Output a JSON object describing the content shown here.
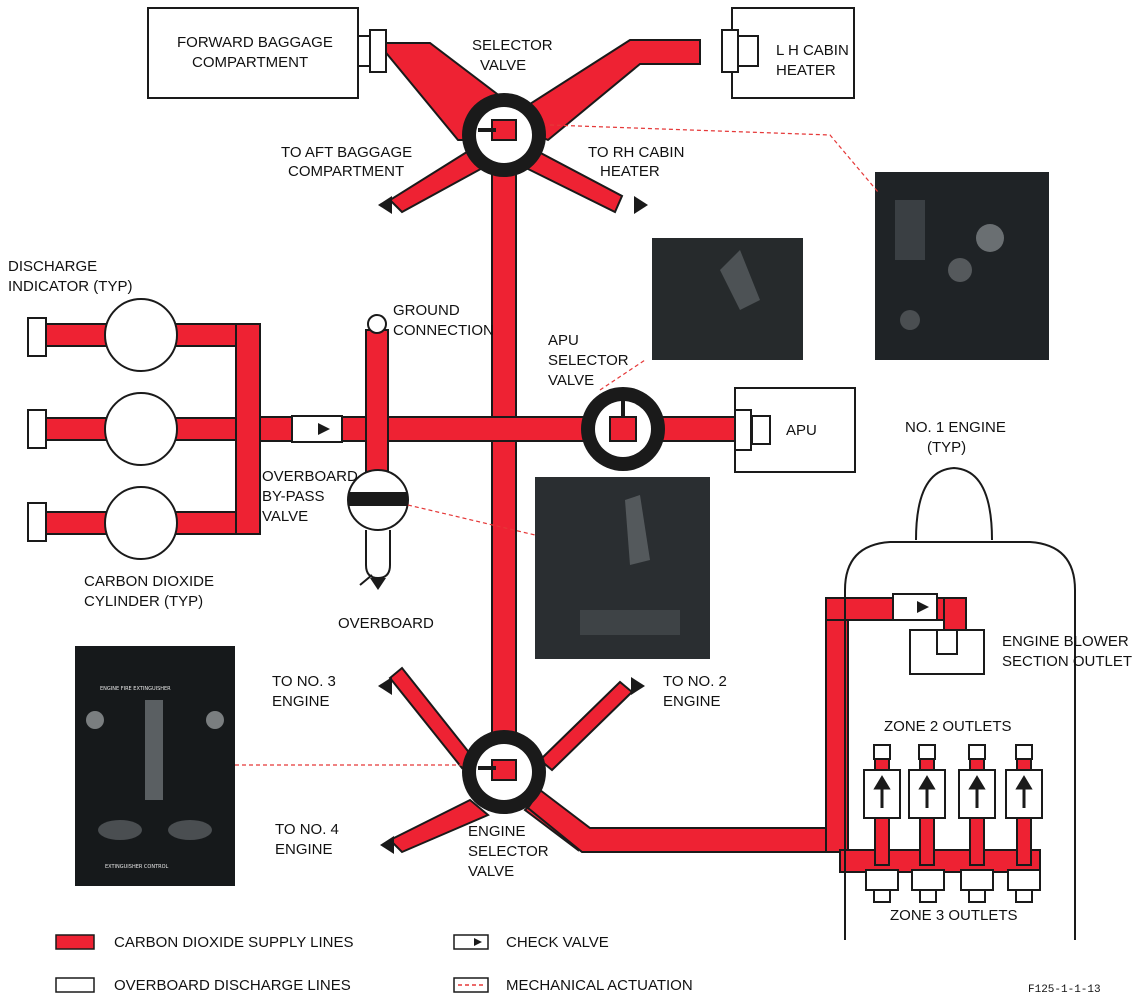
{
  "labels": {
    "forward_baggage": [
      "FORWARD BAGGAGE",
      "COMPARTMENT"
    ],
    "selector_valve": [
      "SELECTOR",
      "VALVE"
    ],
    "lh_cabin_heater": [
      "L H CABIN",
      "HEATER"
    ],
    "aft_baggage": [
      "TO AFT BAGGAGE",
      "COMPARTMENT"
    ],
    "rh_cabin_heater": [
      "TO RH CABIN",
      "HEATER"
    ],
    "discharge_indicator": [
      "DISCHARGE",
      "INDICATOR (TYP)"
    ],
    "ground_connection": [
      "GROUND",
      "CONNECTION"
    ],
    "apu_selector_valve": [
      "APU",
      "SELECTOR",
      "VALVE"
    ],
    "apu": "APU",
    "no1_engine": [
      "NO. 1 ENGINE",
      "(TYP)"
    ],
    "overboard_bypass": [
      "OVERBOARD",
      "BY-PASS",
      "VALVE"
    ],
    "co2_cylinder": [
      "CARBON DIOXIDE",
      "CYLINDER (TYP)"
    ],
    "overboard": "OVERBOARD",
    "engine_blower": [
      "ENGINE BLOWER",
      "SECTION OUTLET"
    ],
    "to_no3": [
      "TO NO. 3",
      "ENGINE"
    ],
    "to_no2": [
      "TO NO. 2",
      "ENGINE"
    ],
    "zone2": "ZONE 2 OUTLETS",
    "to_no4": [
      "TO NO. 4",
      "ENGINE"
    ],
    "engine_selector": [
      "ENGINE",
      "SELECTOR",
      "VALVE"
    ],
    "zone3": "ZONE 3 OUTLETS",
    "figure_id": "F125-1-1-13"
  },
  "legend": {
    "co2_supply": "CARBON DIOXIDE SUPPLY LINES",
    "overboard_lines": "OVERBOARD DISCHARGE LINES",
    "check_valve": "CHECK VALVE",
    "mech_actuation": "MECHANICAL ACTUATION"
  },
  "colors": {
    "supply_line": "#ee2233",
    "leader": "#e53838",
    "outline": "#1a1a1a"
  },
  "panel": {
    "title": "ENGINE FIRE EXTINGUISHER",
    "footer": "EXTINGUISHER CONTROL"
  }
}
